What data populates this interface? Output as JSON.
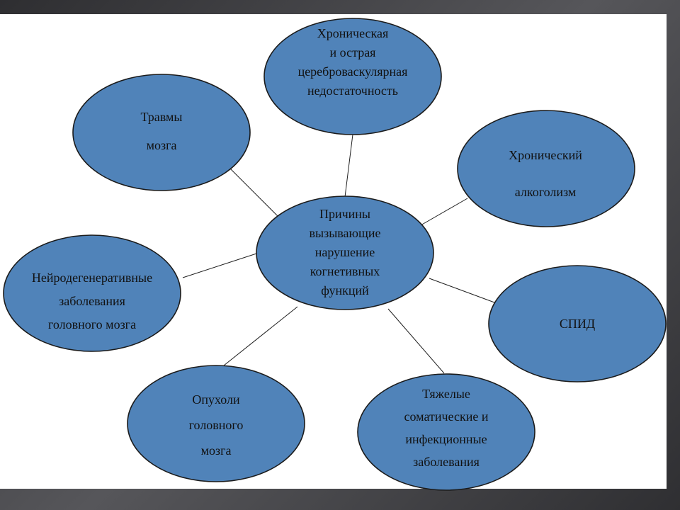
{
  "diagram": {
    "center": {
      "lines": [
        "Причины",
        "вызывающие",
        "нарушение",
        "когнетивных",
        "функций"
      ]
    },
    "nodes": [
      {
        "id": "cerebrovascular",
        "lines": [
          "Хроническая",
          "и острая",
          "цереброваскулярная",
          "недостаточность"
        ]
      },
      {
        "id": "brain-trauma",
        "lines": [
          "Травмы",
          "мозга"
        ]
      },
      {
        "id": "alcoholism",
        "lines": [
          "Хронический",
          "алкоголизм"
        ]
      },
      {
        "id": "neurodegenerative",
        "lines": [
          "Нейродегенеративные",
          "заболевания",
          "головного мозга"
        ]
      },
      {
        "id": "aids",
        "lines": [
          "СПИД"
        ]
      },
      {
        "id": "brain-tumors",
        "lines": [
          "Опухоли",
          "головного",
          "мозга"
        ]
      },
      {
        "id": "somatic-infectious",
        "lines": [
          "Тяжелые",
          "соматические и",
          "инфекционные",
          "заболевания"
        ]
      }
    ],
    "colors": {
      "node_fill": "#5083b9",
      "outline": "#1b1b1b",
      "connector": "#1f1f1f",
      "slide_bg": "#ffffff",
      "frame": "#3d3d40"
    }
  }
}
